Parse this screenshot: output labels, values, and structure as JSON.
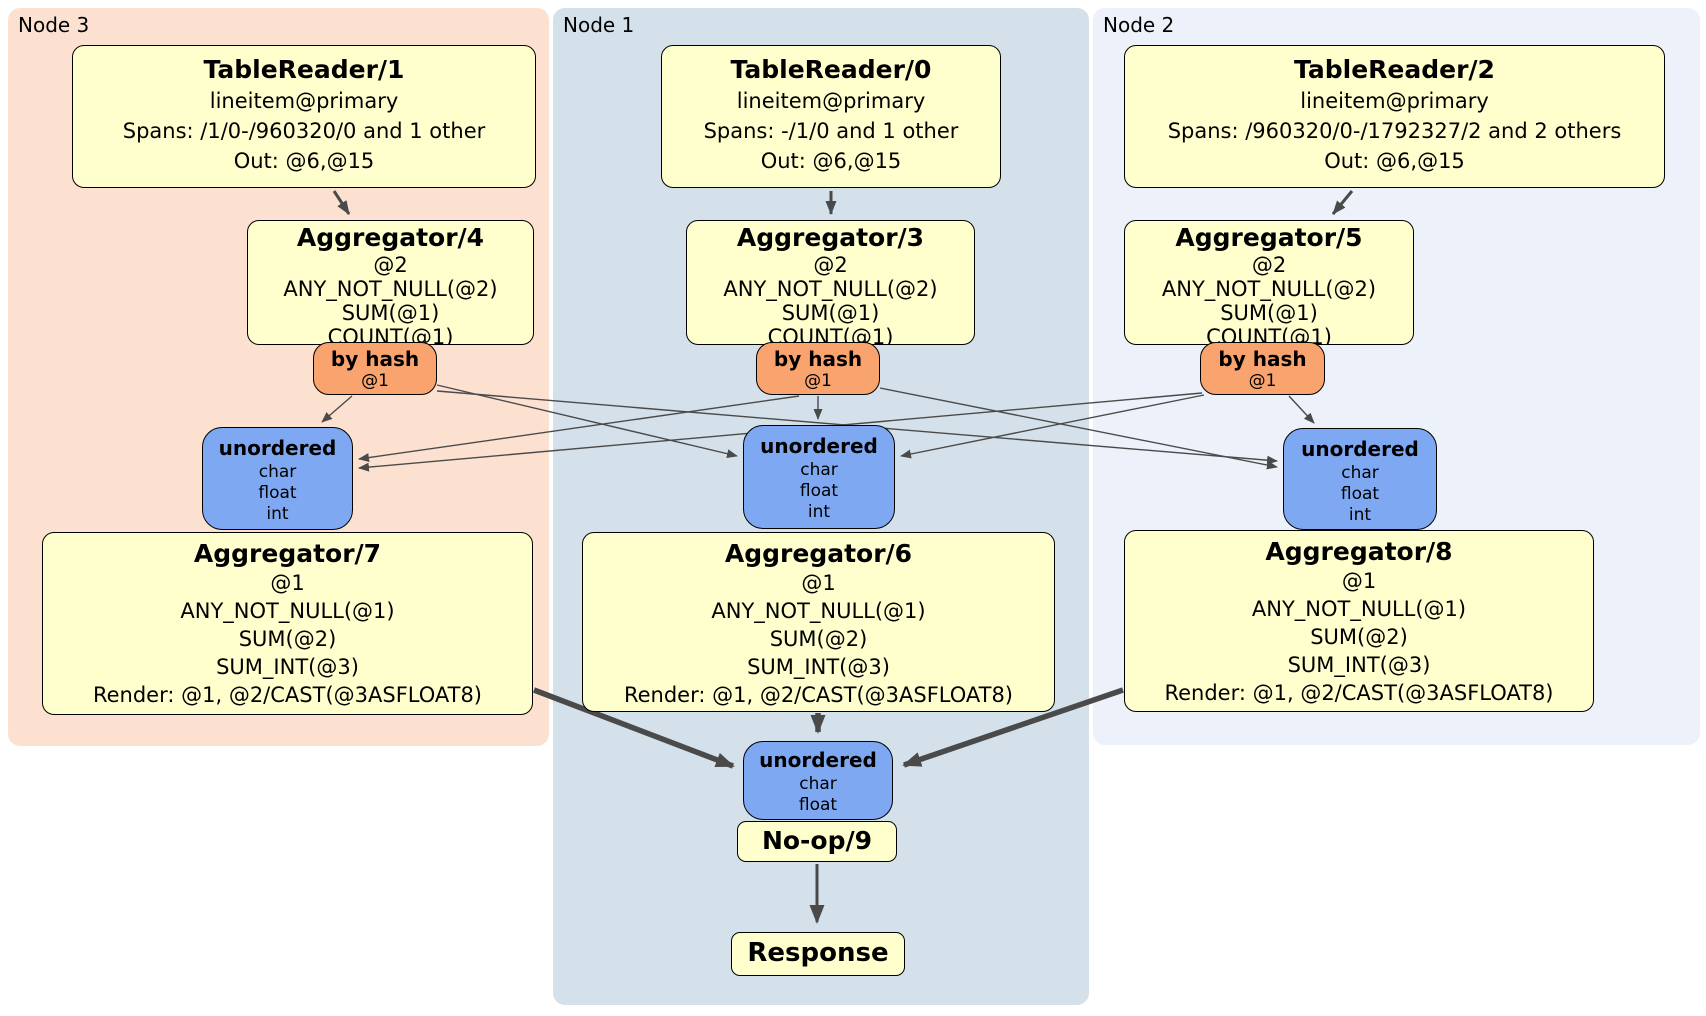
{
  "regions": [
    {
      "label": "Node 3"
    },
    {
      "label": "Node 1"
    },
    {
      "label": "Node 2"
    }
  ],
  "colors": {
    "node3_bg": "#fce1d1",
    "node1_bg": "#d4e1ea",
    "node2_bg": "#edf1fa",
    "box_bg": "#ffffce",
    "router_bg": "#f9a36e",
    "sync_bg": "#7ea9f2",
    "edge": "#4a4a4a"
  },
  "table_readers": [
    {
      "title": "TableReader/1",
      "index": "lineitem@primary",
      "spans": "Spans: /1/0-/960320/0 and 1 other",
      "out": "Out: @6,@15"
    },
    {
      "title": "TableReader/0",
      "index": "lineitem@primary",
      "spans": "Spans: -/1/0 and 1 other",
      "out": "Out: @6,@15"
    },
    {
      "title": "TableReader/2",
      "index": "lineitem@primary",
      "spans": "Spans: /960320/0-/1792327/2 and 2 others",
      "out": "Out: @6,@15"
    }
  ],
  "top_aggregators": [
    {
      "title": "Aggregator/4",
      "lines": [
        "@2",
        "ANY_NOT_NULL(@2)",
        "SUM(@1)",
        "COUNT(@1)"
      ]
    },
    {
      "title": "Aggregator/3",
      "lines": [
        "@2",
        "ANY_NOT_NULL(@2)",
        "SUM(@1)",
        "COUNT(@1)"
      ]
    },
    {
      "title": "Aggregator/5",
      "lines": [
        "@2",
        "ANY_NOT_NULL(@2)",
        "SUM(@1)",
        "COUNT(@1)"
      ]
    }
  ],
  "hash_routers": [
    {
      "title": "by hash",
      "key": "@1"
    },
    {
      "title": "by hash",
      "key": "@1"
    },
    {
      "title": "by hash",
      "key": "@1"
    }
  ],
  "sync_mergers": [
    {
      "title": "unordered",
      "types": [
        "char",
        "float",
        "int"
      ]
    },
    {
      "title": "unordered",
      "types": [
        "char",
        "float",
        "int"
      ]
    },
    {
      "title": "unordered",
      "types": [
        "char",
        "float",
        "int"
      ]
    }
  ],
  "bottom_aggregators": [
    {
      "title": "Aggregator/7",
      "lines": [
        "@1",
        "ANY_NOT_NULL(@1)",
        "SUM(@2)",
        "SUM_INT(@3)",
        "Render: @1, @2/CAST(@3ASFLOAT8)"
      ]
    },
    {
      "title": "Aggregator/6",
      "lines": [
        "@1",
        "ANY_NOT_NULL(@1)",
        "SUM(@2)",
        "SUM_INT(@3)",
        "Render: @1, @2/CAST(@3ASFLOAT8)"
      ]
    },
    {
      "title": "Aggregator/8",
      "lines": [
        "@1",
        "ANY_NOT_NULL(@1)",
        "SUM(@2)",
        "SUM_INT(@3)",
        "Render: @1, @2/CAST(@3ASFLOAT8)"
      ]
    }
  ],
  "final_sync": {
    "title": "unordered",
    "types": [
      "char",
      "float"
    ]
  },
  "noop": {
    "title": "No-op/9"
  },
  "response": {
    "title": "Response"
  }
}
